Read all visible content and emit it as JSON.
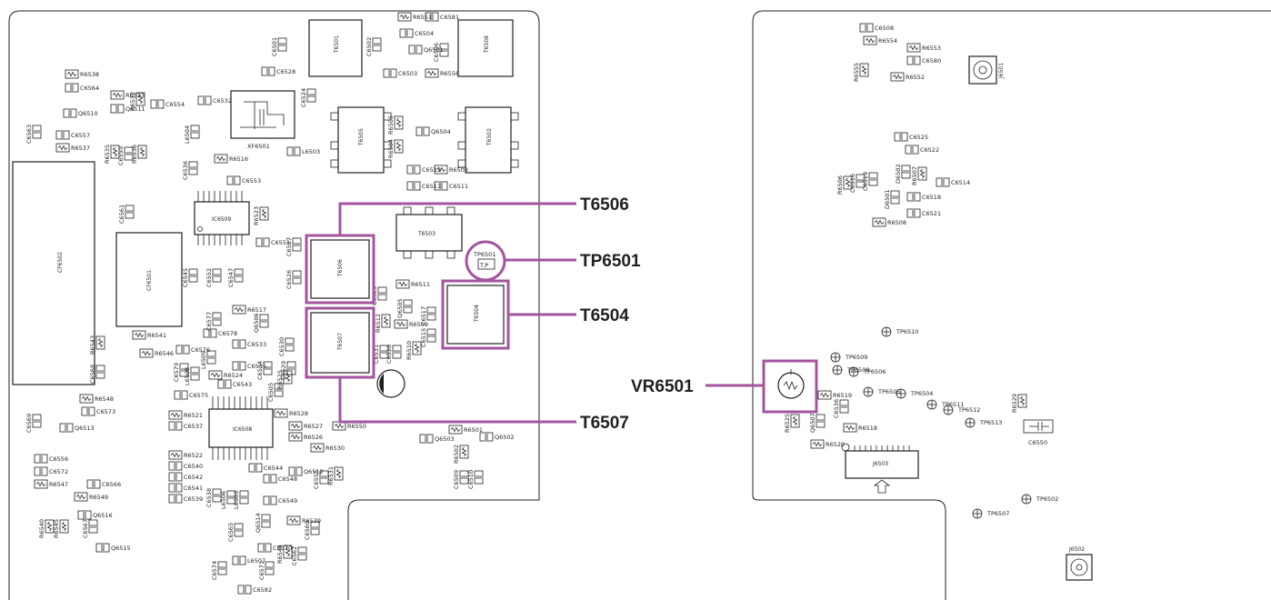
{
  "callouts": [
    {
      "id": "T6506",
      "label": "T6506"
    },
    {
      "id": "TP6501",
      "label": "TP6501"
    },
    {
      "id": "T6504",
      "label": "T6504"
    },
    {
      "id": "VR6501",
      "label": "VR6501"
    },
    {
      "id": "T6507",
      "label": "T6507"
    }
  ],
  "left_board": {
    "transformers": [
      "T6501",
      "T6508",
      "T6505",
      "T6502",
      "T6503",
      "T6506",
      "T6507",
      "T6504"
    ],
    "ics": [
      "CF6502",
      "CF6501",
      "IC6509",
      "IC6508"
    ],
    "crystal": "XF6501",
    "labels_left_column": [
      "R6538",
      "C6564",
      "R6533",
      "Q6511",
      "R6532",
      "C6554",
      "Q6510",
      "C6557",
      "R6537",
      "C6563",
      "C6532",
      "L6504",
      "R6535",
      "C6559",
      "R6536",
      "C6536",
      "R6516",
      "C6553",
      "C6561",
      "C6528",
      "C6524",
      "L6503",
      "R6523",
      "C6551",
      "C6527",
      "C6526",
      "C6545",
      "C6552",
      "C6547",
      "R6517",
      "C6577",
      "C6578",
      "Q6506",
      "R6543",
      "C6576",
      "C6568",
      "R6541",
      "R6546",
      "C6579",
      "C6533",
      "C6535",
      "L6509",
      "L6508",
      "R6524",
      "C6543",
      "C6575",
      "R6548",
      "C6573",
      "C6569",
      "Q6513",
      "R6521",
      "C6537",
      "R6522",
      "C6540",
      "C6542",
      "C6541",
      "C6539",
      "C6556",
      "C6572",
      "R6547",
      "C6566",
      "R6549",
      "R6540",
      "R6545",
      "Q6516",
      "C6567",
      "Q6515",
      "C6538",
      "L6506",
      "L6505",
      "C6565",
      "C6544",
      "C6548",
      "C6549",
      "Q6514",
      "C6570",
      "R6544",
      "C6562",
      "C6560",
      "R6539",
      "L6507",
      "C6574",
      "C6571",
      "C6582",
      "R6525",
      "R6526",
      "R6527",
      "R6528",
      "R6530",
      "Q6512",
      "C6555",
      "R6531",
      "R6550",
      "C6534",
      "C6529",
      "C6530",
      "C6531",
      "C6520",
      "R6512",
      "R6509",
      "Q6505",
      "R6511",
      "C6523",
      "C6517",
      "C6515",
      "R6510",
      "C6507",
      "C6512",
      "C6513",
      "R6503",
      "C6511",
      "Q6504",
      "R6505",
      "R6504",
      "C6502",
      "C6501",
      "C6503",
      "Q6501",
      "C6504",
      "C6506",
      "R6551",
      "C6581",
      "R6556",
      "R6501",
      "C6509",
      "C6510",
      "R6502",
      "Q6502",
      "Q6503",
      "C6505"
    ]
  },
  "right_board": {
    "labels": [
      "C6508",
      "R6554",
      "R6553",
      "C6580",
      "R6555",
      "R6552",
      "J6501",
      "C6525",
      "C6522",
      "R6506",
      "C6516",
      "C6519",
      "D6502",
      "D6501",
      "R6507",
      "C6514",
      "C6518",
      "C6521",
      "R6508",
      "TP6509",
      "TP6508",
      "TP6510",
      "TP6506",
      "TP6505",
      "TP6504",
      "TP6511",
      "TP6512",
      "TP6513",
      "R6529",
      "C6550",
      "VR6501",
      "R6519",
      "C6536",
      "Q6507",
      "R6518",
      "R6525",
      "R6520",
      "J6503",
      "TP6502",
      "TP6507",
      "J6502"
    ]
  },
  "tp_marking": "T.P",
  "colors": {
    "highlight": "#a3559f",
    "ink": "#231f20",
    "background": "#ffffff"
  }
}
